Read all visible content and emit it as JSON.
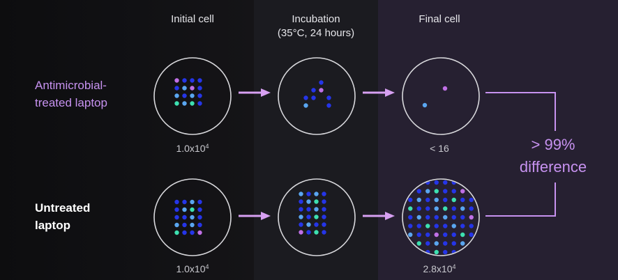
{
  "columns": [
    {
      "title": "Initial cell"
    },
    {
      "title_line1": "Incubation",
      "title_line2": "(35°C, 24 hours)"
    },
    {
      "title": "Final cell"
    }
  ],
  "rows": [
    {
      "label_line1": "Antimicrobial-",
      "label_line2": "treated laptop",
      "counts": [
        {
          "base": "1.0x10",
          "exp": "4"
        },
        {
          "base": "",
          "exp": ""
        },
        {
          "base": "< 16",
          "exp": ""
        }
      ]
    },
    {
      "label_line1": "Untreated",
      "label_line2": "laptop",
      "counts": [
        {
          "base": "1.0x10",
          "exp": "4"
        },
        {
          "base": "",
          "exp": ""
        },
        {
          "base": "2.8x10",
          "exp": "4"
        }
      ]
    }
  ],
  "comparison": {
    "line1": "> 99%",
    "line2": "difference"
  },
  "colors": {
    "purple": "#c070e6",
    "light_blue": "#5aa6f0",
    "blue": "#2535e8",
    "teal": "#3de0b0",
    "label_purple": "#c792f0",
    "arrow": "#d7a0f2",
    "circle": "#d8d8dc"
  }
}
